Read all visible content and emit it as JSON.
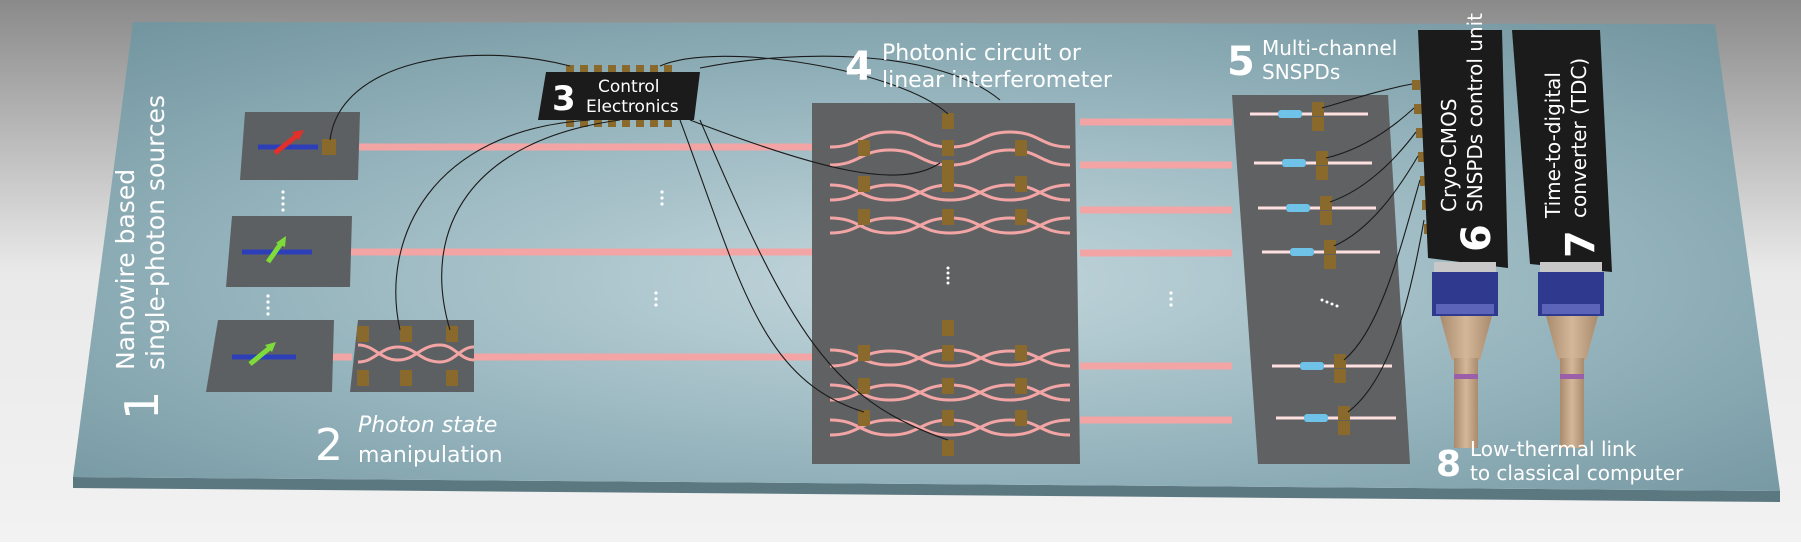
{
  "labels": {
    "sources_number": "1",
    "sources_line1": "Nanowire based",
    "sources_line2": "single-photon sources",
    "manip_number": "2",
    "manip_line1": "Photon state",
    "manip_line2": "manipulation",
    "control_number": "3",
    "control_line1": "Control",
    "control_line2": "Electronics",
    "circuit_number": "4",
    "circuit_line1": "Photonic circuit or",
    "circuit_line2": "linear interferometer",
    "detectors_number": "5",
    "detectors_line1": "Multi-channel",
    "detectors_line2": "SNSPDs",
    "cmos_number": "6",
    "cmos_line1": "Cryo-CMOS",
    "cmos_line2": "SNSPDs control unit",
    "tdc_number": "7",
    "tdc_line1": "Time-to-digital",
    "tdc_line2": "converter (TDC)",
    "link_number": "8",
    "link_line1": "Low-thermal link",
    "link_line2": "to classical computer"
  },
  "colors": {
    "board": "#7fa2ad",
    "chip": "#5f6163",
    "waveguide": "#f5a0a0",
    "pad": "#8a6a2c",
    "dark_box": "#1b1b1b",
    "nanowire": "#2d3fb8",
    "detector": "#6fc3e8",
    "cable": "#c7a687",
    "connector": "#2f3a8f"
  }
}
